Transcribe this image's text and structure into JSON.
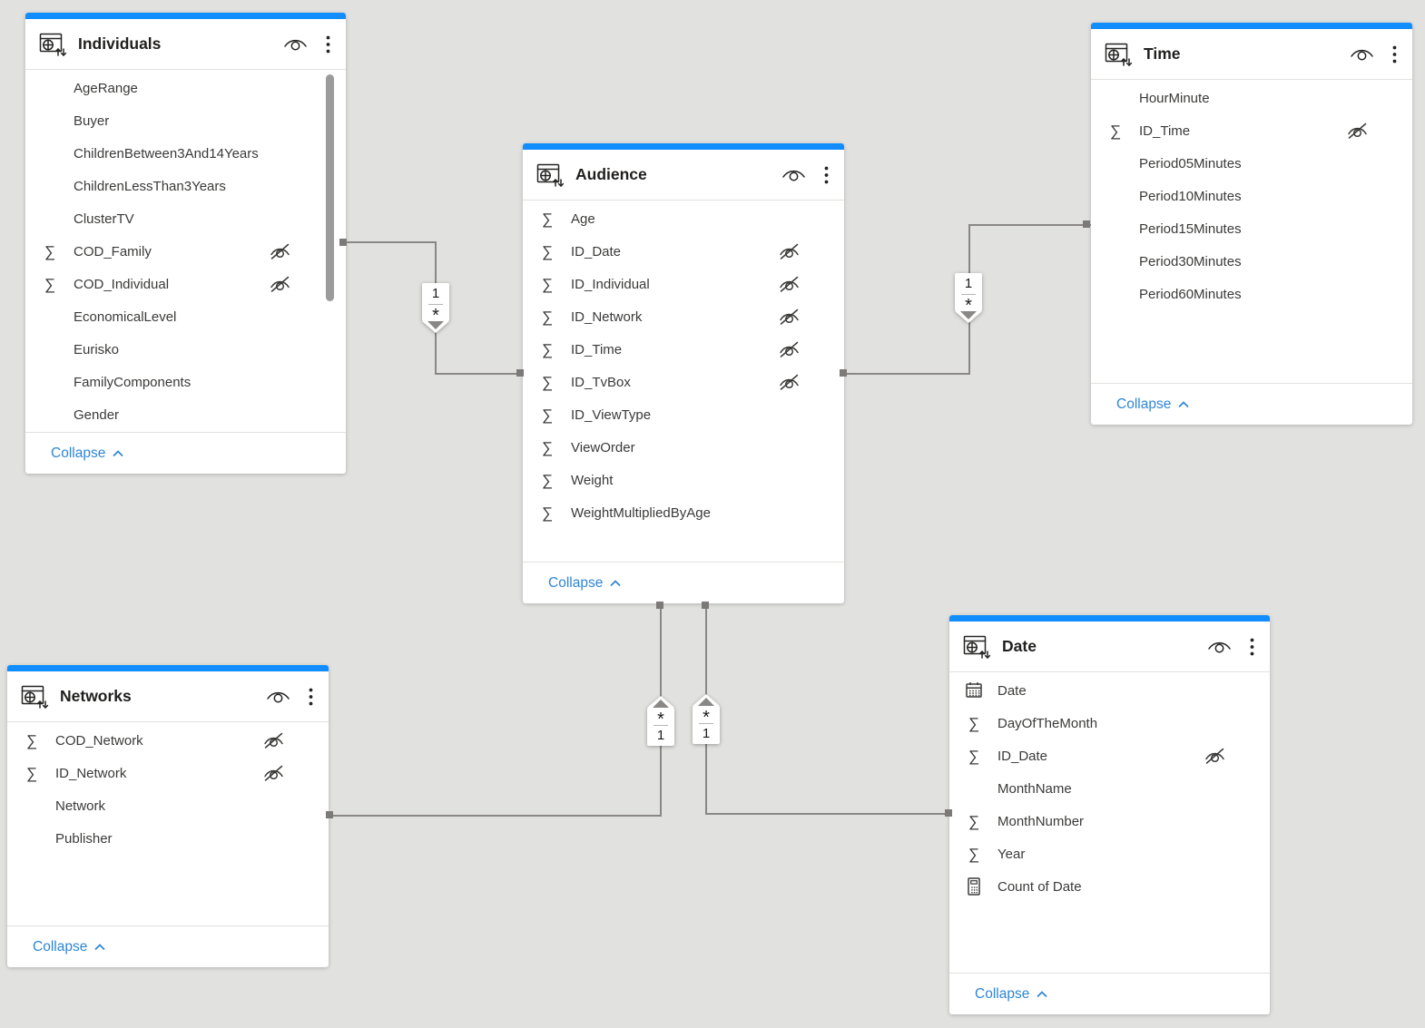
{
  "colors": {
    "accent_bar": "#118dff",
    "canvas_bg": "#e1e1df",
    "collapse_link": "#2e86d6",
    "relationship_line": "#8a8886"
  },
  "tables": [
    {
      "title": "Individuals",
      "collapse_label": "Collapse",
      "has_scrollbar": true,
      "fields": [
        {
          "name": "AgeRange",
          "icon": "none",
          "hidden": false
        },
        {
          "name": "Buyer",
          "icon": "none",
          "hidden": false
        },
        {
          "name": "ChildrenBetween3And14Years",
          "icon": "none",
          "hidden": false
        },
        {
          "name": "ChildrenLessThan3Years",
          "icon": "none",
          "hidden": false
        },
        {
          "name": "ClusterTV",
          "icon": "none",
          "hidden": false
        },
        {
          "name": "COD_Family",
          "icon": "sum",
          "hidden": true
        },
        {
          "name": "COD_Individual",
          "icon": "sum",
          "hidden": true
        },
        {
          "name": "EconomicalLevel",
          "icon": "none",
          "hidden": false
        },
        {
          "name": "Eurisko",
          "icon": "none",
          "hidden": false
        },
        {
          "name": "FamilyComponents",
          "icon": "none",
          "hidden": false
        },
        {
          "name": "Gender",
          "icon": "none",
          "hidden": false
        }
      ]
    },
    {
      "title": "Audience",
      "collapse_label": "Collapse",
      "has_scrollbar": false,
      "fields": [
        {
          "name": "Age",
          "icon": "sum",
          "hidden": false
        },
        {
          "name": "ID_Date",
          "icon": "sum",
          "hidden": true
        },
        {
          "name": "ID_Individual",
          "icon": "sum",
          "hidden": true
        },
        {
          "name": "ID_Network",
          "icon": "sum",
          "hidden": true
        },
        {
          "name": "ID_Time",
          "icon": "sum",
          "hidden": true
        },
        {
          "name": "ID_TvBox",
          "icon": "sum",
          "hidden": true
        },
        {
          "name": "ID_ViewType",
          "icon": "sum",
          "hidden": false
        },
        {
          "name": "ViewOrder",
          "icon": "sum",
          "hidden": false
        },
        {
          "name": "Weight",
          "icon": "sum",
          "hidden": false
        },
        {
          "name": "WeightMultipliedByAge",
          "icon": "sum",
          "hidden": false
        }
      ]
    },
    {
      "title": "Time",
      "collapse_label": "Collapse",
      "has_scrollbar": false,
      "fields": [
        {
          "name": "HourMinute",
          "icon": "none",
          "hidden": false
        },
        {
          "name": "ID_Time",
          "icon": "sum",
          "hidden": true
        },
        {
          "name": "Period05Minutes",
          "icon": "none",
          "hidden": false
        },
        {
          "name": "Period10Minutes",
          "icon": "none",
          "hidden": false
        },
        {
          "name": "Period15Minutes",
          "icon": "none",
          "hidden": false
        },
        {
          "name": "Period30Minutes",
          "icon": "none",
          "hidden": false
        },
        {
          "name": "Period60Minutes",
          "icon": "none",
          "hidden": false
        }
      ]
    },
    {
      "title": "Networks",
      "collapse_label": "Collapse",
      "has_scrollbar": false,
      "fields": [
        {
          "name": "COD_Network",
          "icon": "sum",
          "hidden": true
        },
        {
          "name": "ID_Network",
          "icon": "sum",
          "hidden": true
        },
        {
          "name": "Network",
          "icon": "none",
          "hidden": false
        },
        {
          "name": "Publisher",
          "icon": "none",
          "hidden": false
        }
      ]
    },
    {
      "title": "Date",
      "collapse_label": "Collapse",
      "has_scrollbar": false,
      "fields": [
        {
          "name": "Date",
          "icon": "calendar",
          "hidden": false
        },
        {
          "name": "DayOfTheMonth",
          "icon": "sum",
          "hidden": false
        },
        {
          "name": "ID_Date",
          "icon": "sum",
          "hidden": true
        },
        {
          "name": "MonthName",
          "icon": "none",
          "hidden": false
        },
        {
          "name": "MonthNumber",
          "icon": "sum",
          "hidden": false
        },
        {
          "name": "Year",
          "icon": "sum",
          "hidden": false
        },
        {
          "name": "Count of Date",
          "icon": "calculator",
          "hidden": false
        }
      ]
    }
  ],
  "relationships": [
    {
      "from": "Individuals",
      "to": "Audience",
      "one": "1",
      "many": "*"
    },
    {
      "from": "Time",
      "to": "Audience",
      "one": "1",
      "many": "*"
    },
    {
      "from": "Networks",
      "to": "Audience",
      "one": "1",
      "many": "*"
    },
    {
      "from": "Date",
      "to": "Audience",
      "one": "1",
      "many": "*"
    }
  ]
}
